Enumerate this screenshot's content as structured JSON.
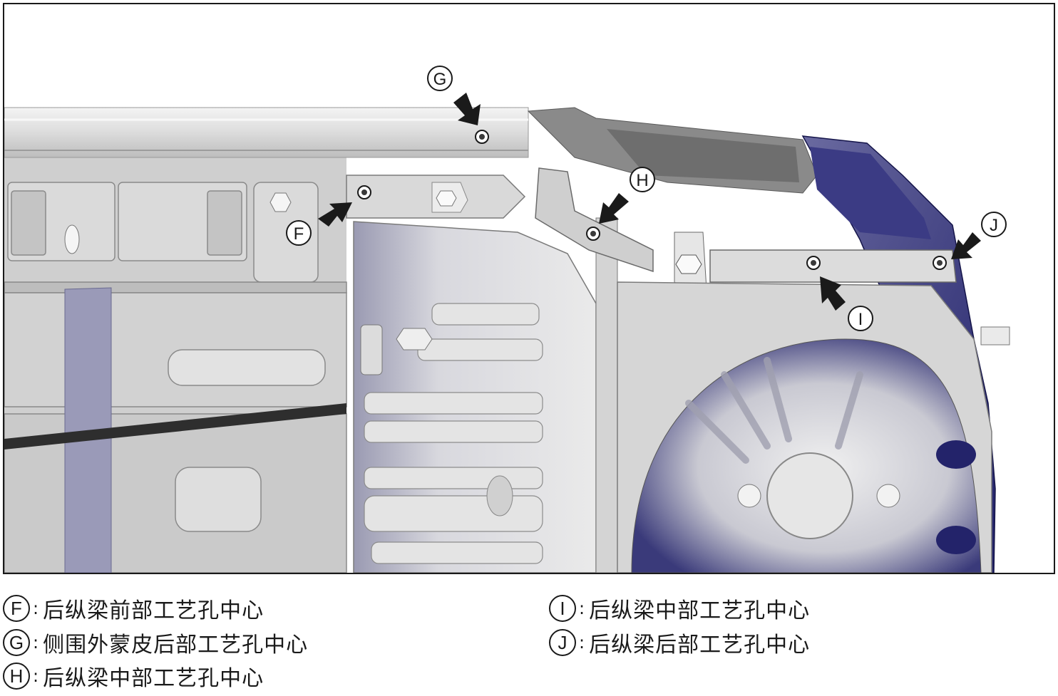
{
  "callouts": [
    {
      "id": "F",
      "letter": "F",
      "text": "后纵梁前部工艺孔中心"
    },
    {
      "id": "G",
      "letter": "G",
      "text": "侧围外蒙皮后部工艺孔中心"
    },
    {
      "id": "H",
      "letter": "H",
      "text": "后纵梁中部工艺孔中心"
    },
    {
      "id": "I",
      "letter": "I",
      "text": "后纵梁中部工艺孔中心"
    },
    {
      "id": "J",
      "letter": "J",
      "text": "后纵梁后部工艺孔中心"
    }
  ],
  "legend_separator": ":",
  "colors": {
    "outline": "#1a1a1a",
    "panel_light": "#e4e4e4",
    "panel_mid": "#c8c8c8",
    "panel_dark": "#8f8f8f",
    "navy_shadow": "#2a2a6e"
  }
}
